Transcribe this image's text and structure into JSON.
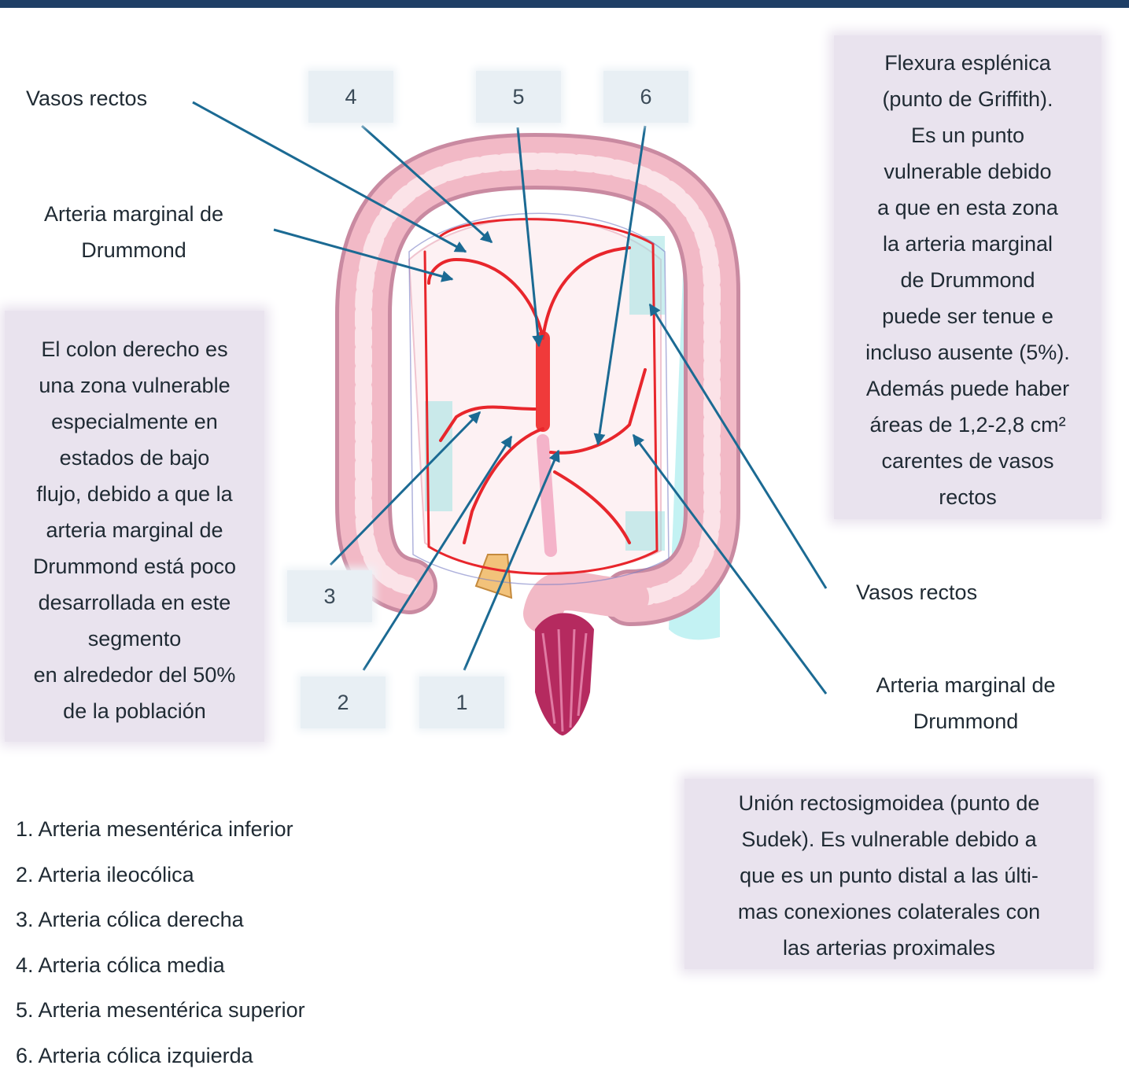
{
  "labels": {
    "vasos_rectos_left": "Vasos rectos",
    "arteria_marginal_left_l1": "Arteria marginal de",
    "arteria_marginal_left_l2": "Drummond",
    "vasos_rectos_right": "Vasos rectos",
    "arteria_marginal_right_l1": "Arteria marginal de",
    "arteria_marginal_right_l2": "Drummond"
  },
  "numbers": {
    "n1": "1",
    "n2": "2",
    "n3": "3",
    "n4": "4",
    "n5": "5",
    "n6": "6"
  },
  "note_right_colon": [
    "El colon derecho es",
    "una zona vulnerable",
    "especialmente en",
    "estados de bajo",
    "flujo, debido a que la",
    "arteria marginal de",
    "Drummond está poco",
    "desarrollada en este",
    "segmento",
    "en alrededor del 50%",
    "de la población"
  ],
  "note_splenic_flexure": [
    "Flexura esplénica",
    "(punto de Griffith).",
    "Es un punto",
    "vulnerable debido",
    "a que en esta zona",
    "la arteria marginal",
    "de Drummond",
    "puede ser tenue e",
    "incluso ausente (5%).",
    "Además puede haber",
    "áreas de 1,2-2,8 cm²",
    "carentes de vasos",
    "rectos"
  ],
  "note_rectosigmoid": [
    "Unión rectosigmoidea (punto de",
    "Sudek). Es vulnerable debido a",
    "que es un punto distal a las últi-",
    "mas conexiones colaterales con",
    "las arterias proximales"
  ],
  "legend": [
    "1. Arteria mesentérica inferior",
    "2. Arteria ileocólica",
    "3. Arteria cólica derecha",
    "4. Arteria cólica media",
    "5. Arteria mesentérica superior",
    "6. Arteria cólica izquierda"
  ],
  "colors": {
    "arrow": "#1b6a93",
    "artery": "#e8262c",
    "colon_outer": "#f2b9c6",
    "colon_inner": "#fbe3e8",
    "teal_shadow": "#8fe3e6",
    "rectum": "#b52a5f",
    "note_box": "#e9e3ee"
  }
}
